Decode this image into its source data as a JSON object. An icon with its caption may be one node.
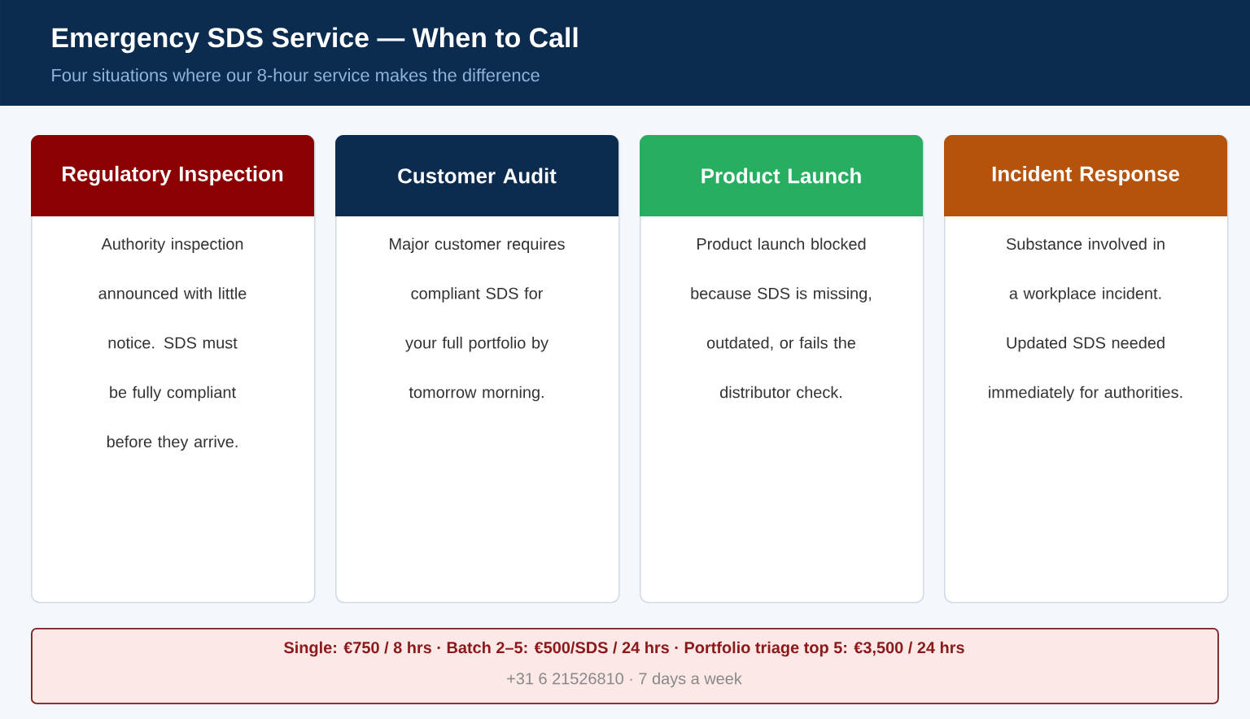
{
  "diagram": {
    "title": "Emergency SDS Service — When to Call",
    "nodes": [
      {
        "text": [
          "Regulatory Inspection",
          "Authority inspection announced with little notice. SDS must be fully compliant before they arrive."
        ]
      },
      {
        "text": [
          "Customer Audit",
          "Major customer requires compliant SDS for your full portfolio by tomorrow morning."
        ]
      },
      {
        "text": [
          "Product Launch",
          "Product launch blocked because SDS is missing, outdated, or fails the distributor check."
        ]
      },
      {
        "text": [
          "Incident Response",
          "Substance involved in a workplace incident. Updated SDS needed immediately for authorities."
        ]
      },
      {
        "text": [
          "Single: €750 / 8 hrs · Batch 2–5: €500/SDS / 24 hrs · Portfolio triage top 5: €3,500 / 24 hrs",
          "+31 6 21526810 · 7 days a week"
        ]
      }
    ],
    "labels": [
      "Four situations where our 8-hour service makes the difference"
    ]
  }
}
